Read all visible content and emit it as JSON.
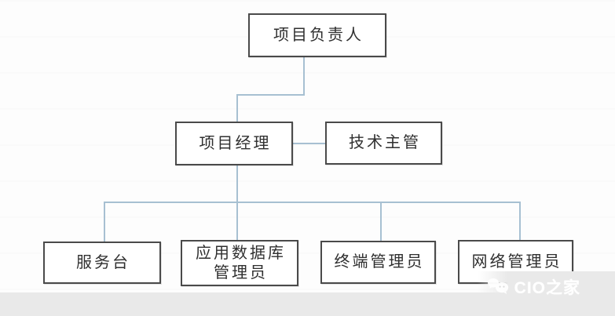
{
  "diagram": {
    "type": "org-chart",
    "nodes": {
      "project_leader": {
        "label": "项目负责人"
      },
      "project_manager": {
        "label": "项目经理"
      },
      "tech_supervisor": {
        "label": "技术主管"
      },
      "service_desk": {
        "label": "服务台"
      },
      "app_db_admin": {
        "label": "应用数据库管理员",
        "line1": "应用数据库",
        "line2": "管理员"
      },
      "terminal_admin": {
        "label": "终端管理员"
      },
      "network_admin": {
        "label": "网络管理员"
      }
    },
    "edges": [
      {
        "from": "project_leader",
        "to": "project_manager",
        "style": "elbow"
      },
      {
        "from": "project_manager",
        "to": "tech_supervisor",
        "style": "straight-horizontal"
      },
      {
        "from": "project_manager",
        "to": "service_desk",
        "style": "tree"
      },
      {
        "from": "project_manager",
        "to": "app_db_admin",
        "style": "tree"
      },
      {
        "from": "project_manager",
        "to": "terminal_admin",
        "style": "tree"
      },
      {
        "from": "project_manager",
        "to": "network_admin",
        "style": "tree"
      }
    ]
  },
  "watermark": {
    "text": "CIO之家",
    "icon": "chat-bubble-faces-logo"
  },
  "colors": {
    "box_border": "#4a4a4a",
    "box_fill": "#ffffff",
    "connector": "#a7c0d2",
    "text": "#2f2f2f",
    "bottom_band": "#e9e9e9",
    "watermark_text": "#ffffff"
  }
}
